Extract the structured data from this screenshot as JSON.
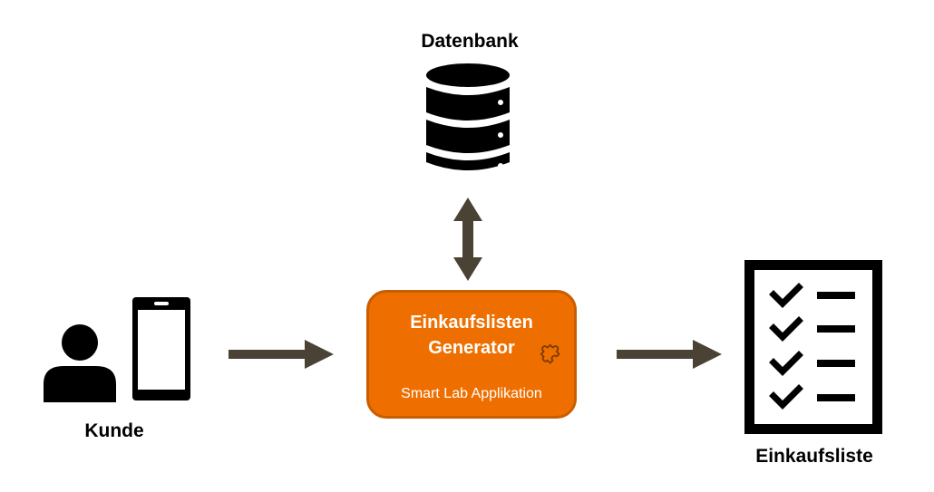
{
  "nodes": {
    "database": {
      "label": "Datenbank",
      "icon": "database-icon"
    },
    "customer": {
      "label": "Kunde",
      "icons": [
        "person-icon",
        "smartphone-icon"
      ]
    },
    "generator": {
      "title_line1": "Einkaufslisten",
      "title_line2": "Generator",
      "subtitle": "Smart Lab Applikation",
      "icon": "puzzle-icon",
      "fill_color": "#ee6f00"
    },
    "shopping_list": {
      "label": "Einkaufsliste",
      "icon": "checklist-icon"
    }
  },
  "edges": [
    {
      "from": "customer",
      "to": "generator",
      "direction": "forward"
    },
    {
      "from": "generator",
      "to": "database",
      "direction": "bidirectional"
    },
    {
      "from": "generator",
      "to": "shopping_list",
      "direction": "forward"
    }
  ],
  "colors": {
    "arrow": "#4a4234",
    "icon": "#000000",
    "generator_border": "#c95d00",
    "text_on_generator": "#ffffff"
  }
}
